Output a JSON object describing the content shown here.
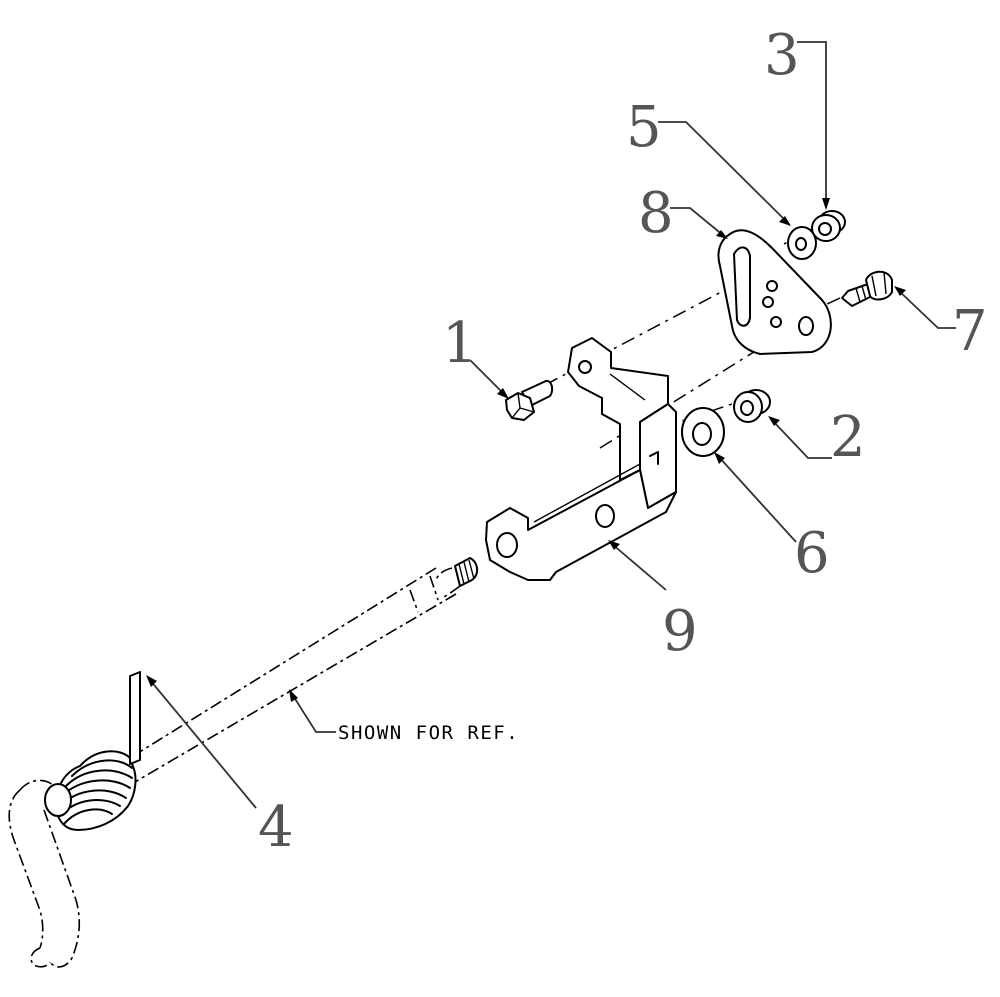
{
  "callouts": {
    "c1": "1",
    "c2": "2",
    "c3": "3",
    "c4": "4",
    "c5": "5",
    "c6": "6",
    "c7": "7",
    "c8": "8",
    "c9": "9"
  },
  "note": "SHOWN FOR REF."
}
